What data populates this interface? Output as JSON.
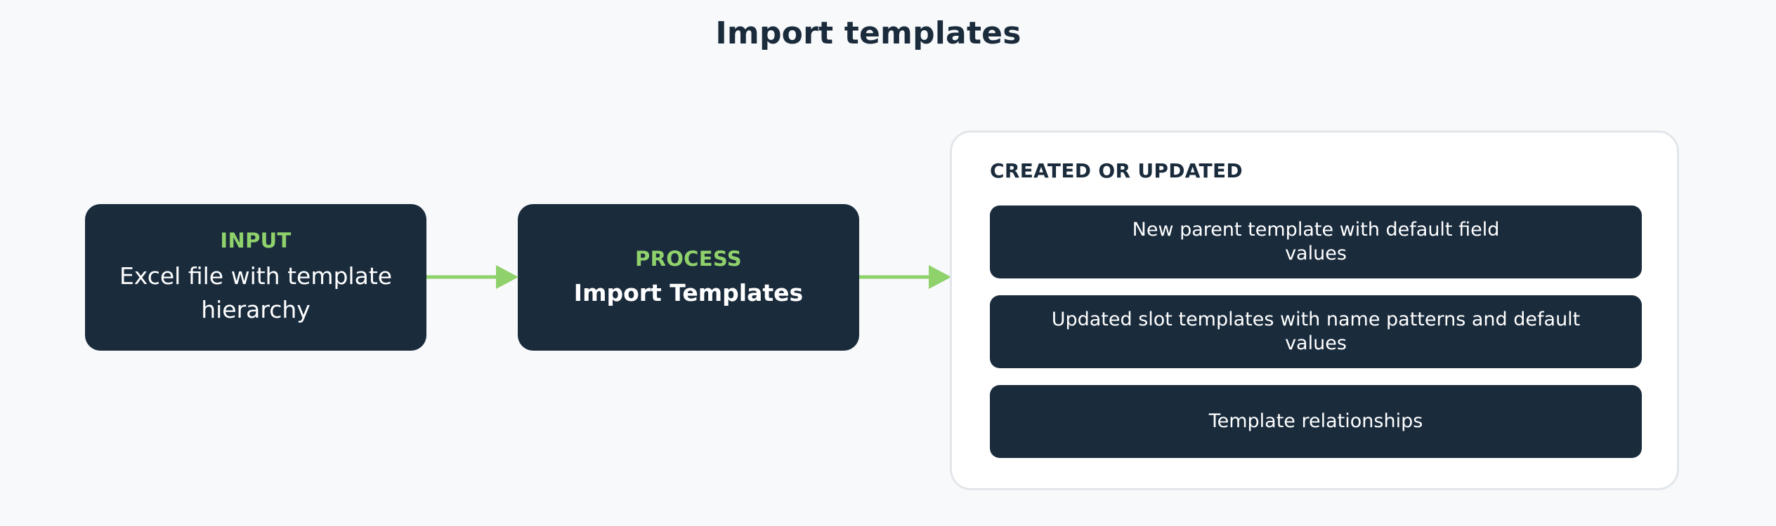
{
  "diagram": {
    "title": "Import  templates",
    "input": {
      "label": "INPUT",
      "text": "Excel file with template hierarchy"
    },
    "process": {
      "label": "PROCESS",
      "text": "Import Templates"
    },
    "output": {
      "heading": "CREATED OR UPDATED",
      "items": [
        "New parent template with default field values",
        "Updated slot templates with name patterns and default values",
        "Template relationships"
      ]
    }
  },
  "colors": {
    "dark_box": "#1a2b3c",
    "accent_green": "#8fd16b",
    "background": "#f8f9fb",
    "panel_border": "#e2e6ea"
  }
}
